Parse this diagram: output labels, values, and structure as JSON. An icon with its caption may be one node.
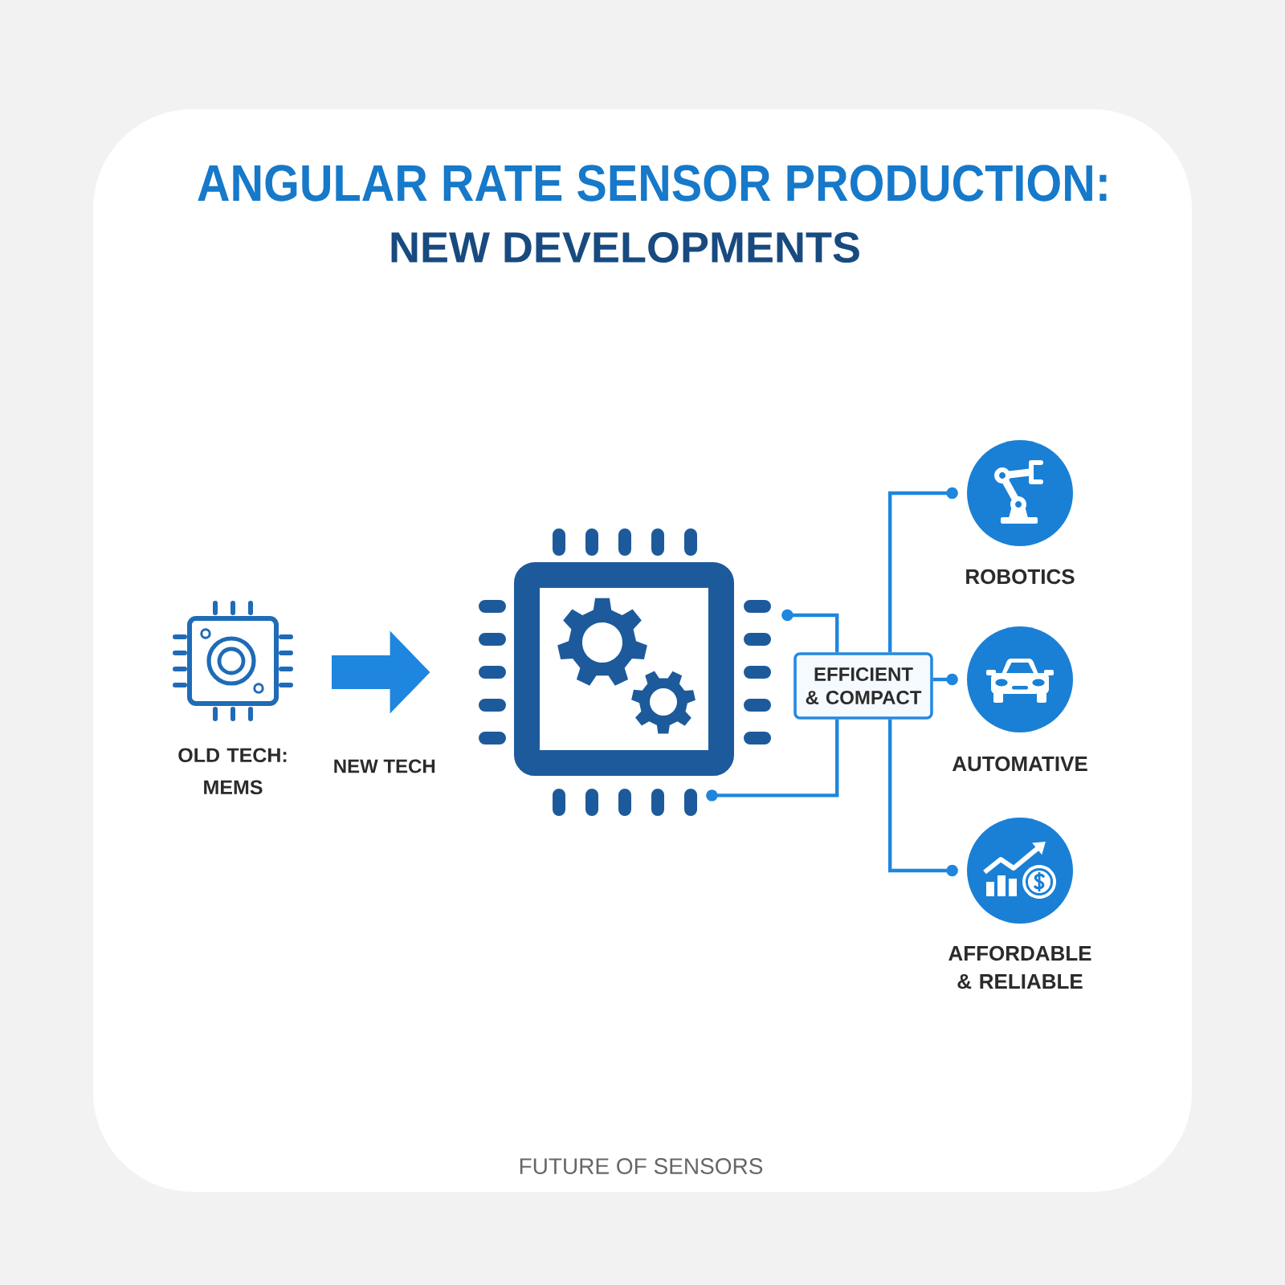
{
  "diagram": {
    "title": "ANGULAR RATE SENSOR PRODUCTION:",
    "nodes": [
      {
        "text": [
          "OLD TECH: MEMS"
        ]
      },
      {
        "text": [],
        "shape": "picture"
      },
      {
        "text": [
          "EFFICIENT & COMPACT"
        ]
      },
      {
        "text": [
          "ROBOTICS"
        ]
      },
      {
        "text": [
          "AUTOMATIVE"
        ]
      },
      {
        "text": [
          "AFFORDABLE & RELIABLE"
        ]
      }
    ],
    "edges": [
      {
        "from": 0,
        "to": 1,
        "arrow": "to",
        "label": "NEW TECH",
        "style": "thick"
      },
      {
        "from": 2,
        "to": 1,
        "arrow": "other"
      },
      {
        "from": 2,
        "to": 1,
        "arrow": "other"
      },
      {
        "from": 2,
        "to": 3,
        "arrow": "other"
      },
      {
        "from": 2,
        "to": 4,
        "arrow": "other"
      },
      {
        "from": 2,
        "to": 5,
        "arrow": "other"
      }
    ],
    "labels": [
      "NEW DEVELOPMENTS"
    ],
    "caption": "FUTURE OF SENSORS"
  }
}
